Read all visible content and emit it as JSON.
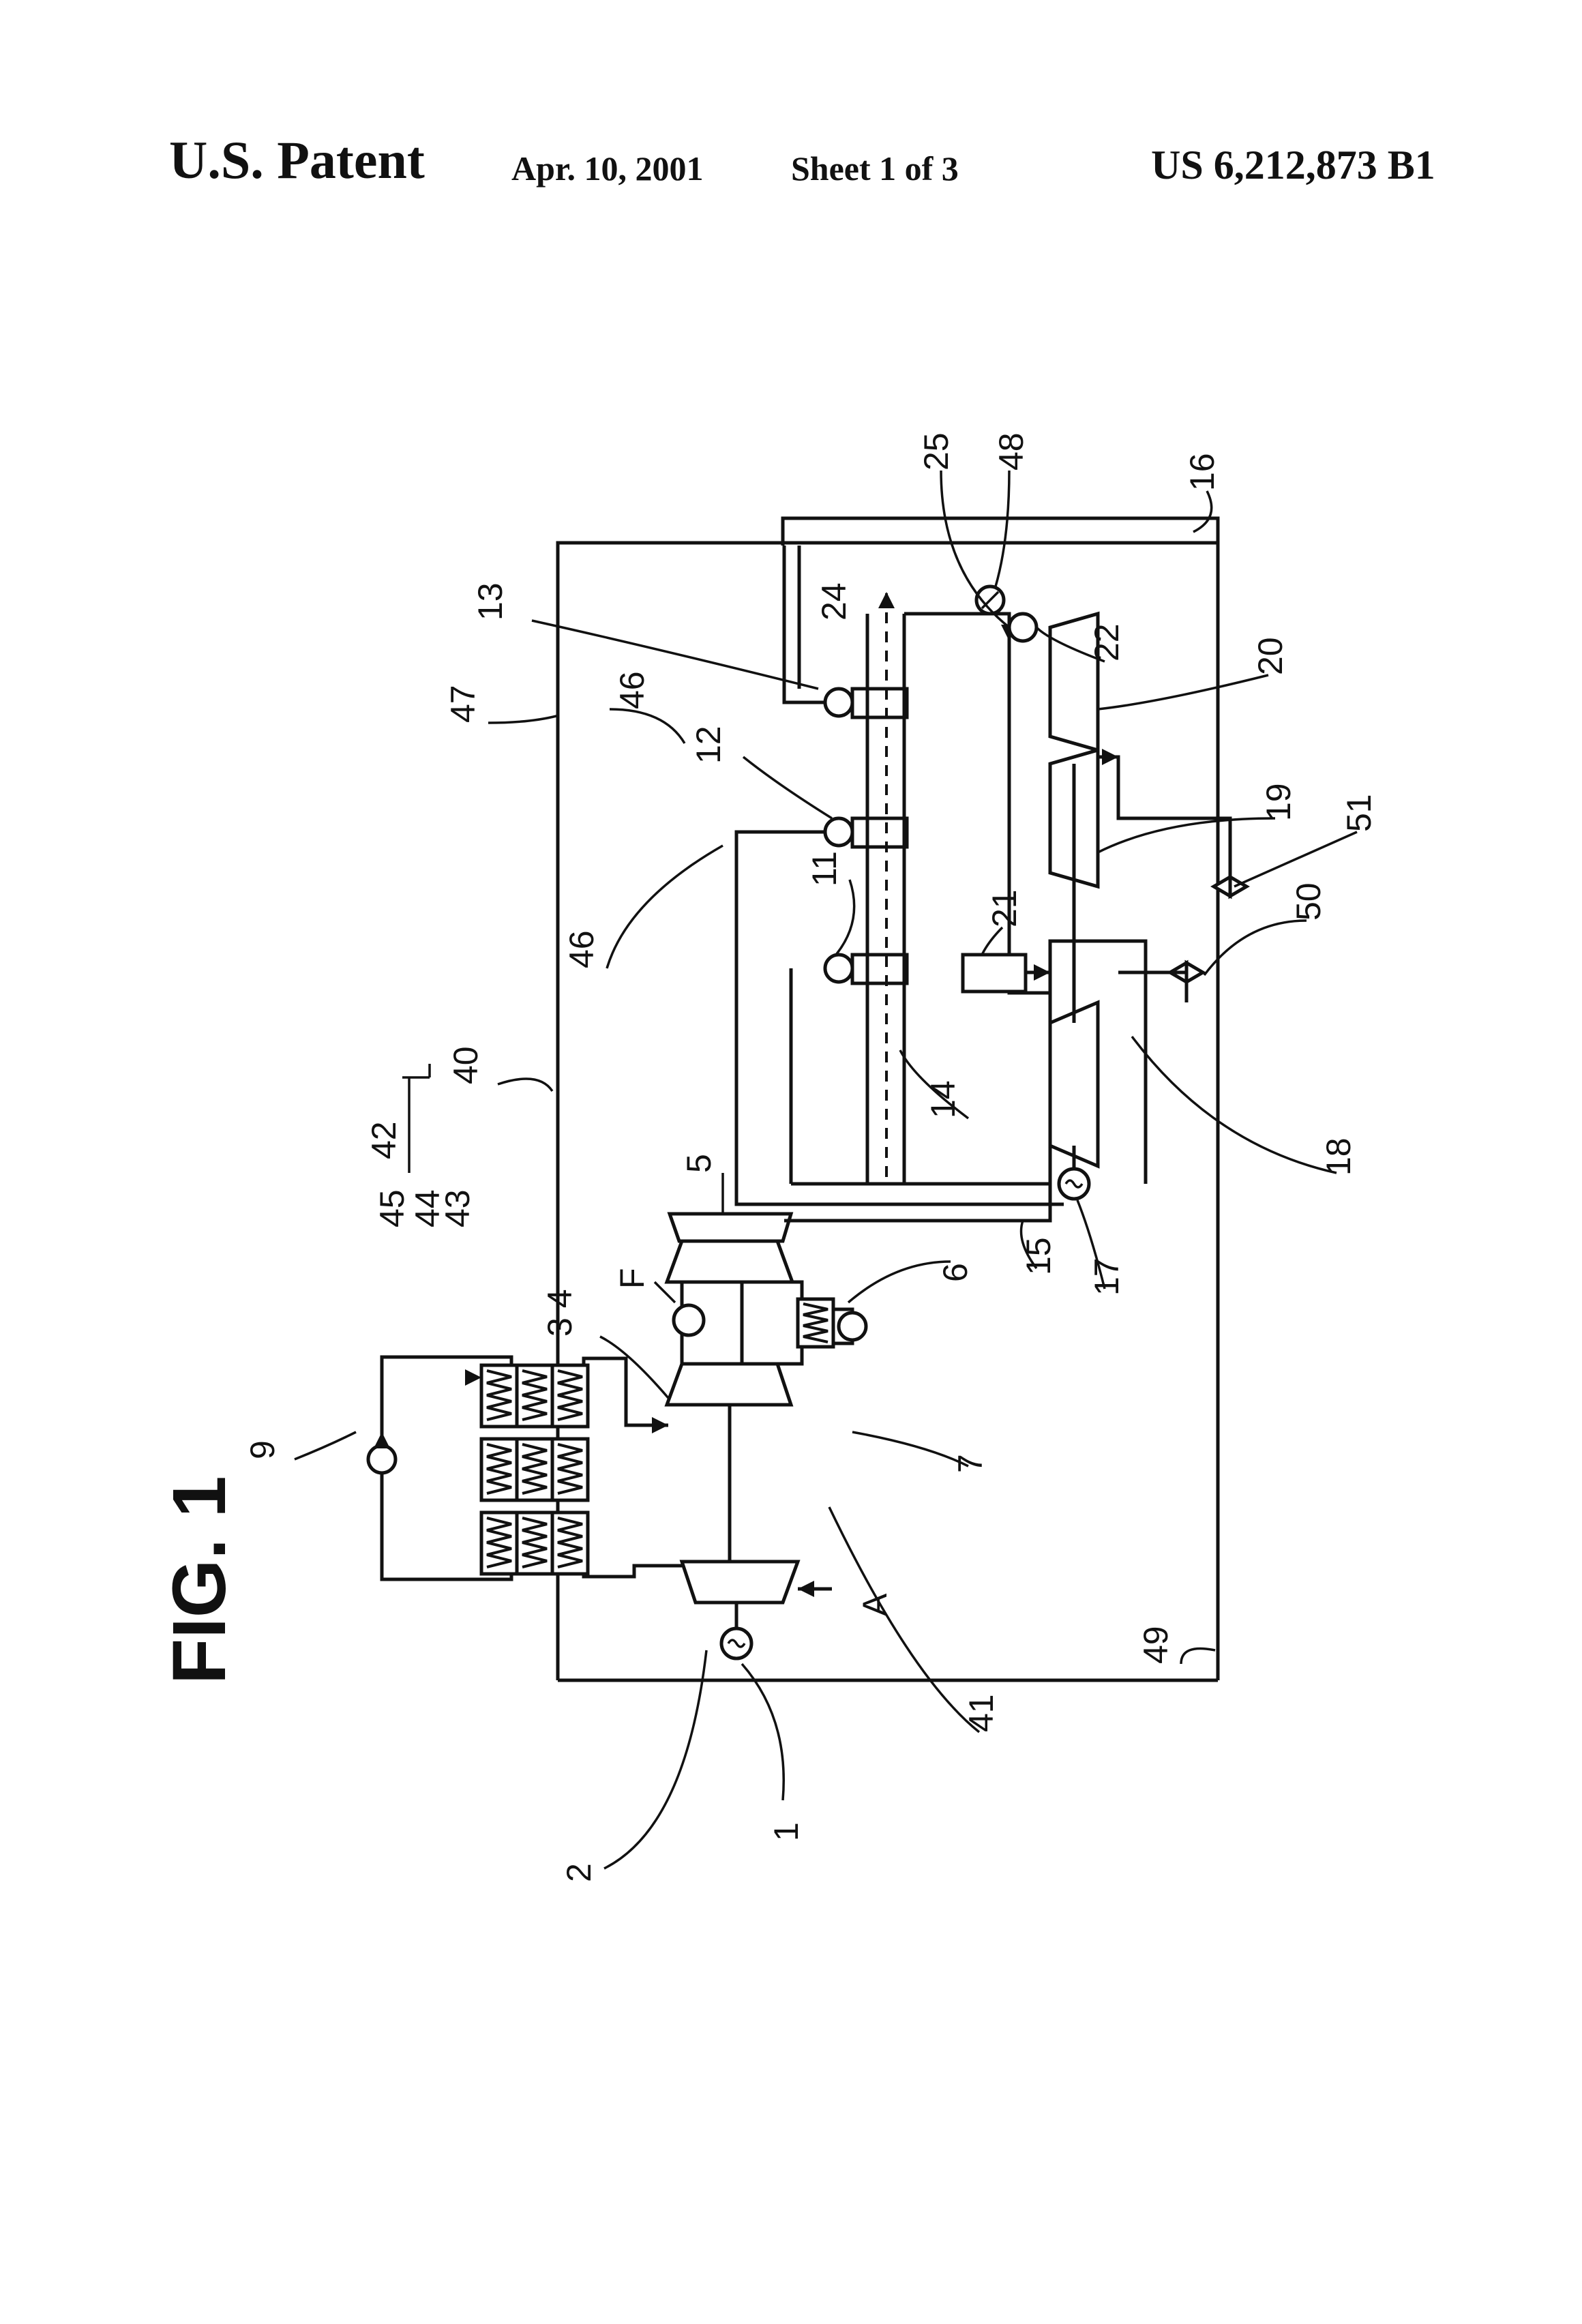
{
  "header": {
    "patent_label": "U.S. Patent",
    "date": "Apr. 10, 2001",
    "sheet": "Sheet 1 of 3",
    "patent_number": "US 6,212,873 B1"
  },
  "figure": {
    "title": "FIG. 1",
    "labels": {
      "n1": "1",
      "n2": "2",
      "n3_4": "3 4",
      "nF": "F",
      "n5": "5",
      "n6": "6",
      "n7": "7",
      "n9": "9",
      "n11": "11",
      "n12": "12",
      "n13": "13",
      "n14": "14",
      "n15": "15",
      "n16": "16",
      "n17": "17",
      "n18": "18",
      "n19": "19",
      "n20": "20",
      "n21": "21",
      "n22": "22",
      "n24": "24",
      "n25": "25",
      "n40": "40",
      "n41": "41",
      "n42": "42",
      "n43": "43",
      "n44": "44",
      "n45": "45",
      "n46a": "46",
      "n46b": "46",
      "n47": "47",
      "n48": "48",
      "n49": "49",
      "n50": "50",
      "n51": "51",
      "nA": "A"
    }
  }
}
